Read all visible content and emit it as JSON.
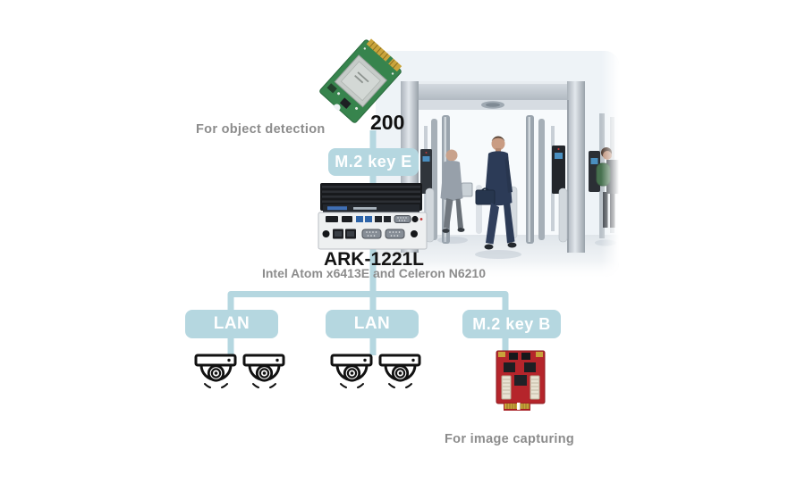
{
  "colors": {
    "connector_blue": "#b5d7e0",
    "caption_gray": "#8c8c8c",
    "title_black": "#141414",
    "label_text": "#ffffff"
  },
  "captions": {
    "object_detection": "For object detection",
    "image_capturing": "For image capturing"
  },
  "top_module": {
    "model_suffix": "200",
    "slot_label": "M.2 key E",
    "icon": "m2-key-e-ai-module-green-pcb"
  },
  "device": {
    "model": "ARK-1221L",
    "cpu": "Intel Atom x6413E and Celeron N6210",
    "icon": "ark-1221l-fanless-box-pc-front"
  },
  "branches": [
    {
      "label": "LAN",
      "endpoint_icon": "dome-camera-pair"
    },
    {
      "label": "LAN",
      "endpoint_icon": "dome-camera-pair"
    },
    {
      "label": "M.2 key B",
      "endpoint_icon": "capture-module-red-pcb"
    }
  ],
  "scene": {
    "photo_icon": "security-walkthrough-gate-with-people"
  }
}
